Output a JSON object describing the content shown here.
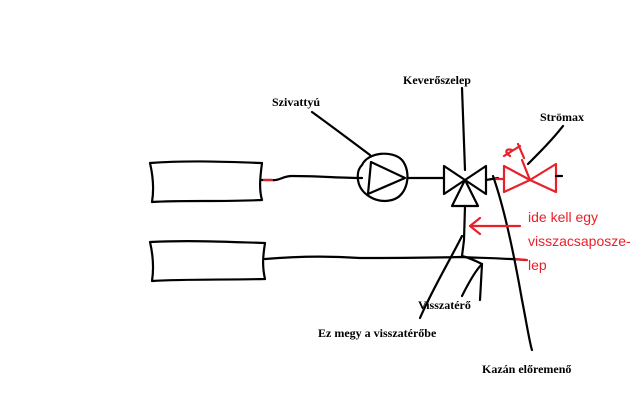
{
  "labels": {
    "pump": "Szivattyú",
    "mixing_valve": "Keverőszelep",
    "stromax": "Strömax",
    "return_label": "Visszatérő",
    "goes_to_return": "Ez megy a visszatérőbe",
    "boiler_flow": "Kazán előremenő"
  },
  "note": {
    "line1": "ide kell egy",
    "line2": "visszacsaposze-",
    "line3": "lep"
  },
  "colors": {
    "ink": "#000000",
    "annotation": "#e8202a",
    "background": "#ffffff"
  }
}
